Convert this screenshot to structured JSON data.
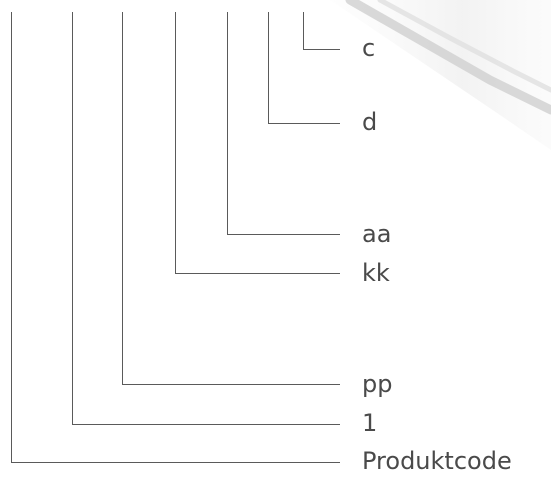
{
  "diagram": {
    "labels": [
      "c",
      "d",
      "aa",
      "kk",
      "pp",
      "1",
      "Produktcode"
    ],
    "line_color": "#5a5a5a",
    "text_color": "#4a4a4a",
    "decor_color": "#d8d8d8"
  }
}
